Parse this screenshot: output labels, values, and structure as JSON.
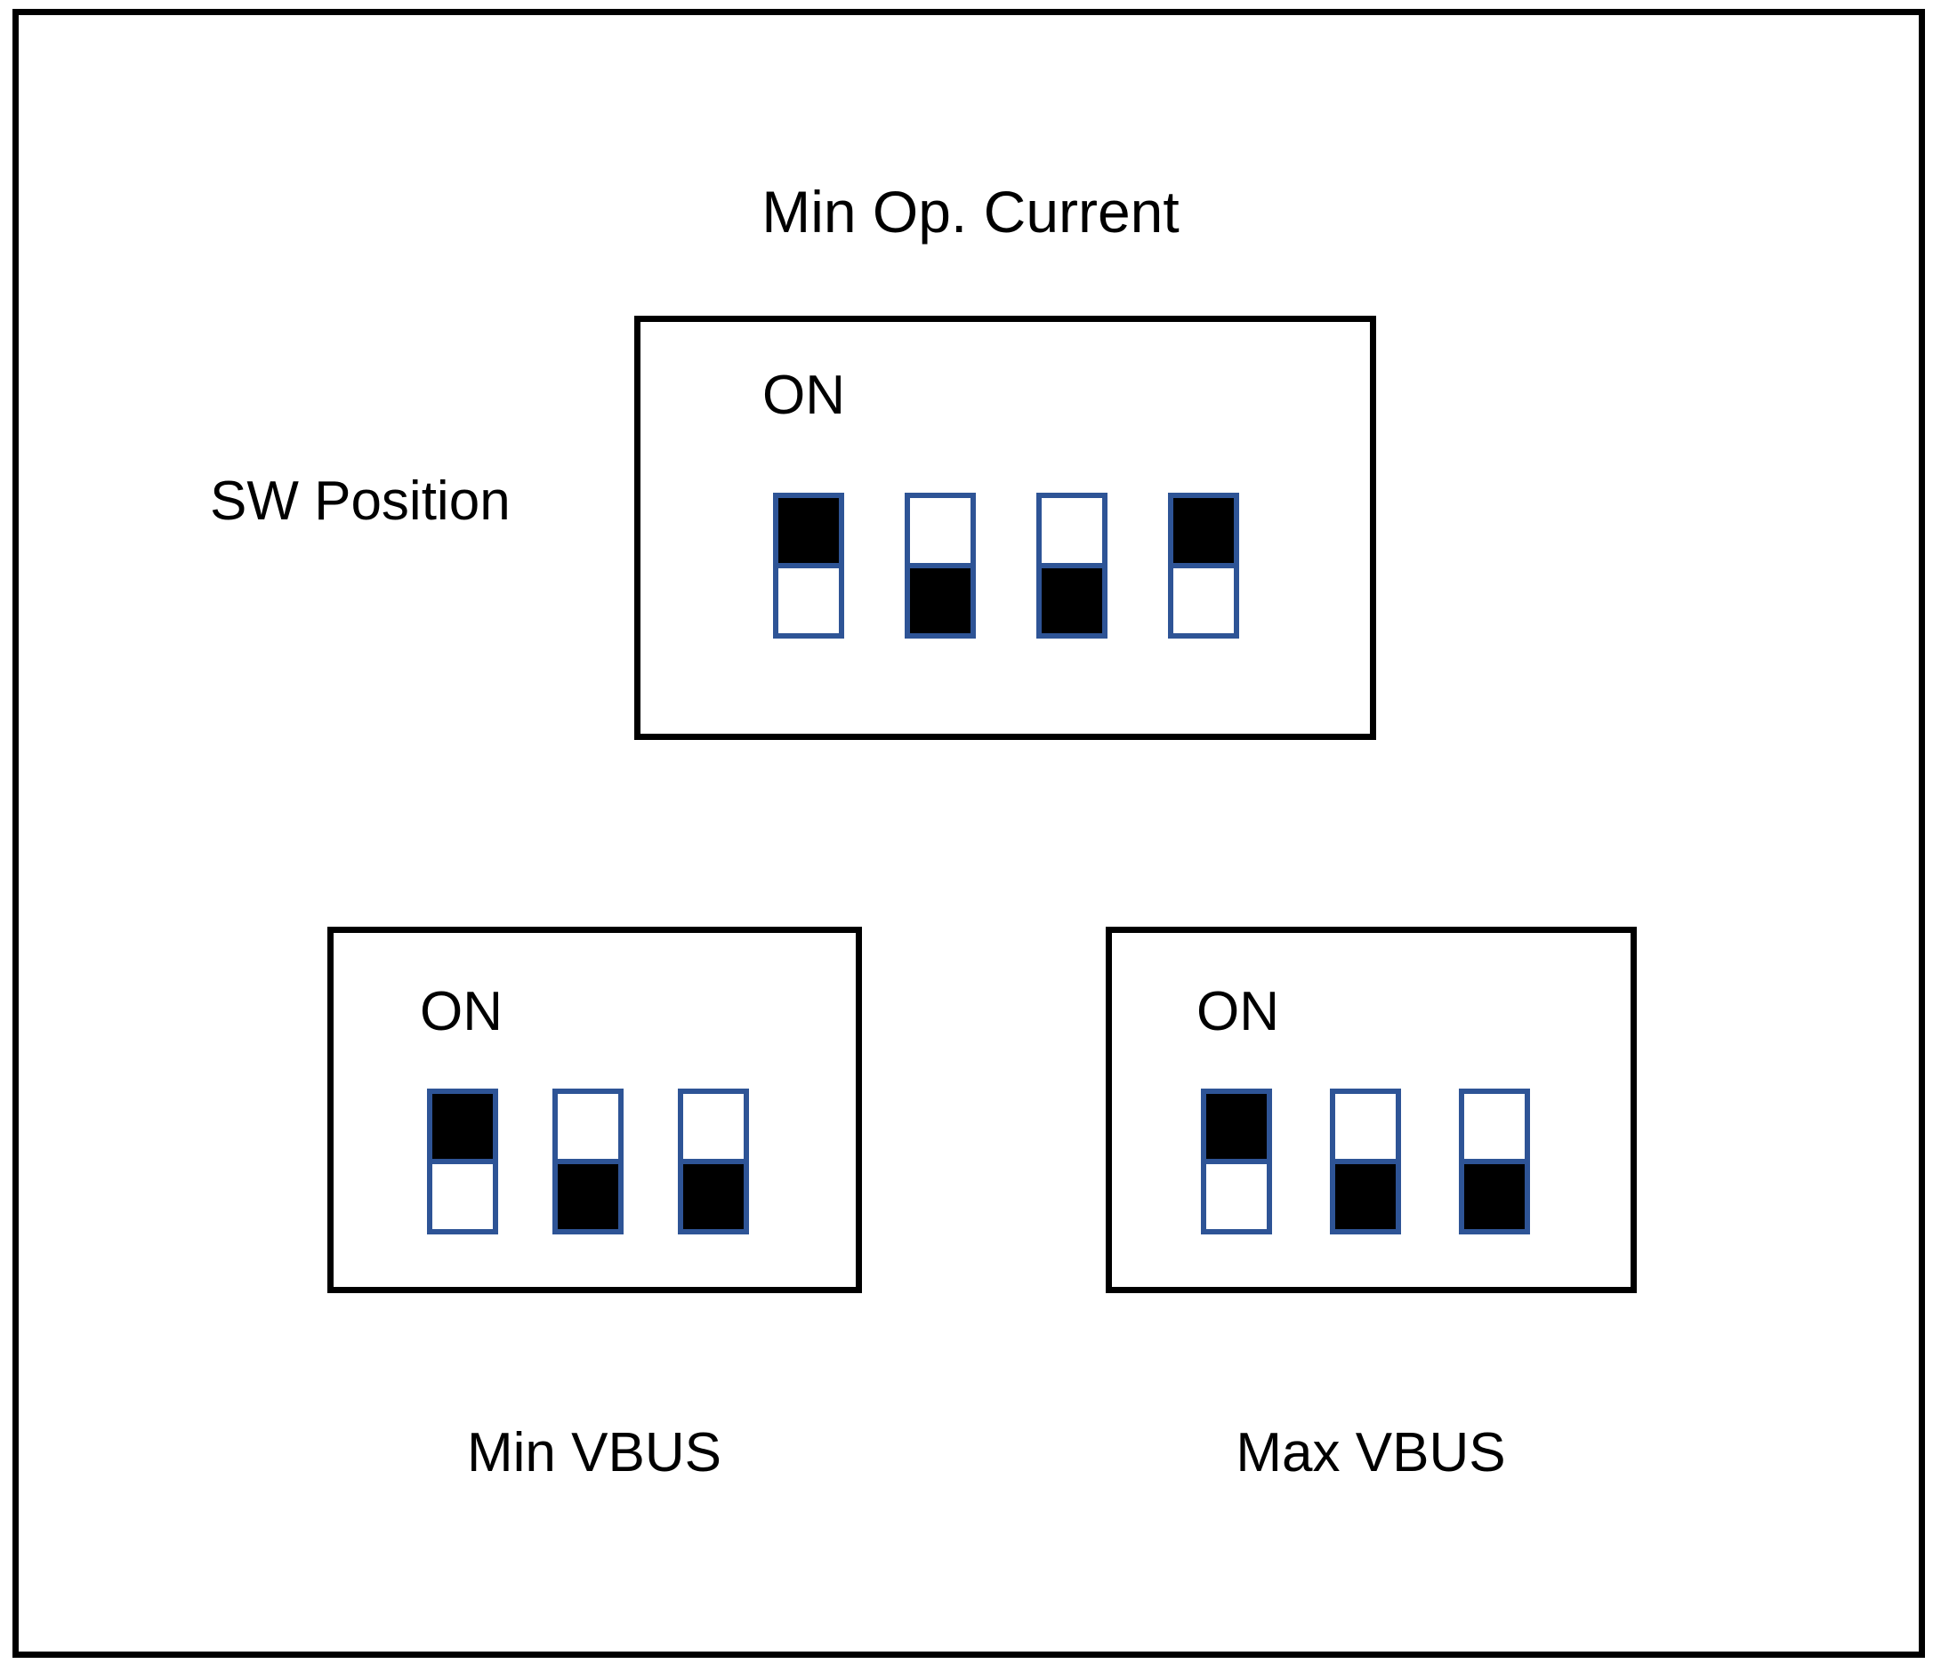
{
  "diagram": {
    "title": "Min Op. Current",
    "row_label": "SW Position",
    "on_label": "ON",
    "border_color": "#2E5496",
    "fill_color": "#000000",
    "frame_color": "#000000",
    "blocks": [
      {
        "id": "min-op-current",
        "caption_position": "top",
        "caption": "Min Op. Current",
        "on_label": "ON",
        "switch_count": 4,
        "switches": [
          {
            "index": 1,
            "position": "up",
            "state": "on"
          },
          {
            "index": 2,
            "position": "down",
            "state": "off"
          },
          {
            "index": 3,
            "position": "down",
            "state": "off"
          },
          {
            "index": 4,
            "position": "up",
            "state": "on"
          }
        ]
      },
      {
        "id": "min-vbus",
        "caption_position": "bottom",
        "caption": "Min VBUS",
        "on_label": "ON",
        "switch_count": 3,
        "switches": [
          {
            "index": 1,
            "position": "up",
            "state": "on"
          },
          {
            "index": 2,
            "position": "down",
            "state": "off"
          },
          {
            "index": 3,
            "position": "down",
            "state": "off"
          }
        ]
      },
      {
        "id": "max-vbus",
        "caption_position": "bottom",
        "caption": "Max VBUS",
        "on_label": "ON",
        "switch_count": 3,
        "switches": [
          {
            "index": 1,
            "position": "up",
            "state": "on"
          },
          {
            "index": 2,
            "position": "down",
            "state": "off"
          },
          {
            "index": 3,
            "position": "down",
            "state": "off"
          }
        ]
      }
    ]
  }
}
